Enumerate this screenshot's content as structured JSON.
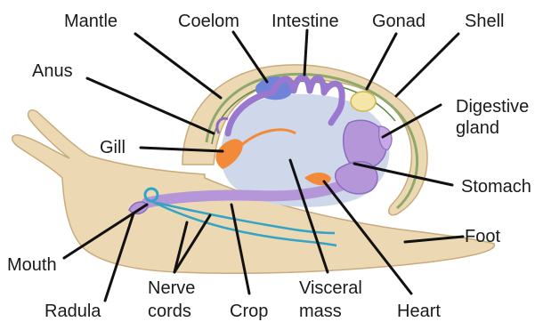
{
  "labels": {
    "mantle": "Mantle",
    "coelom": "Coelom",
    "intestine": "Intestine",
    "gonad": "Gonad",
    "shell": "Shell",
    "anus": "Anus",
    "digestive_gland_line1": "Digestive",
    "digestive_gland_line2": "gland",
    "gill": "Gill",
    "stomach": "Stomach",
    "foot": "Foot",
    "mouth": "Mouth",
    "radula": "Radula",
    "nerve_cords_line1": "Nerve",
    "nerve_cords_line2": "cords",
    "crop": "Crop",
    "visceral_mass_line1": "Visceral",
    "visceral_mass_line2": "mass",
    "heart": "Heart"
  },
  "colors": {
    "body": "#ecd9b3",
    "body_outline": "#c9ab7c",
    "shell_green": "#8fa86b",
    "visceral": "#cfd8ea",
    "digestive_purple": "#b596d8",
    "purple_outline": "#8d6bc0",
    "coelom_blue": "#6f84d8",
    "gonad_yellow": "#f4e6a8",
    "gill_orange": "#f28a3a",
    "nerve_teal": "#33a3c6"
  }
}
